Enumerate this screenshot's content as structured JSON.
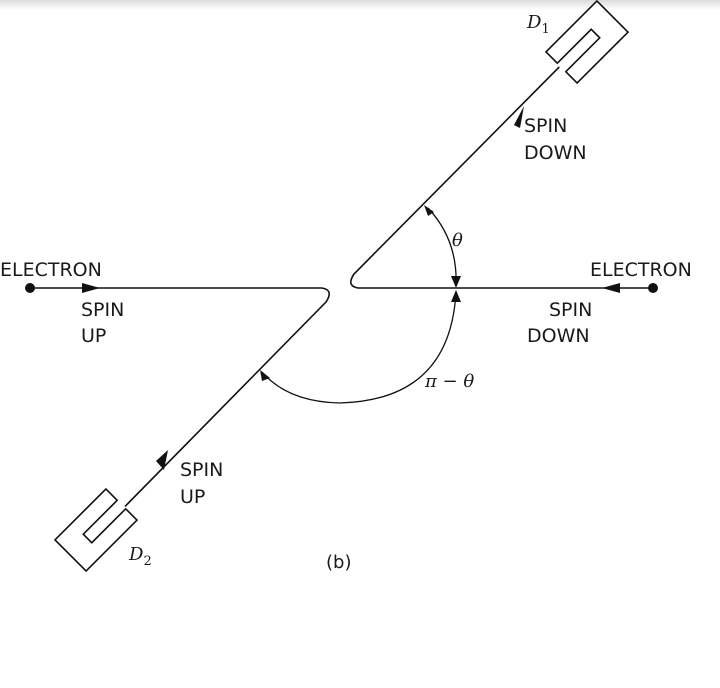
{
  "left_electron": {
    "label": "ELECTRON",
    "spin_line1": "SPIN",
    "spin_line2": "UP"
  },
  "right_electron": {
    "label": "ELECTRON",
    "spin_line1": "SPIN",
    "spin_line2": "DOWN"
  },
  "upper_track": {
    "spin_line1": "SPIN",
    "spin_line2": "DOWN"
  },
  "lower_track": {
    "spin_line1": "SPIN",
    "spin_line2": "UP"
  },
  "detector_1": {
    "letter": "D",
    "subscript": "1"
  },
  "detector_2": {
    "letter": "D",
    "subscript": "2"
  },
  "angles": {
    "theta": "θ",
    "pi_minus_theta": "π − θ"
  },
  "caption": "(b)"
}
